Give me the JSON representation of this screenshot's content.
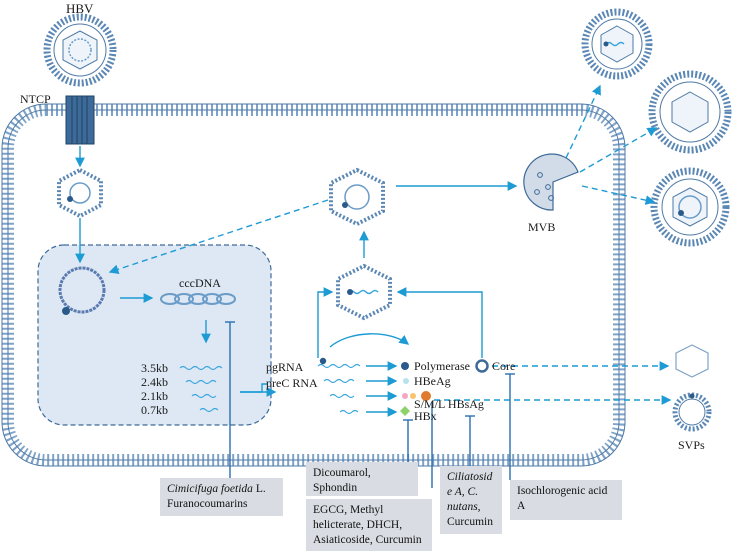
{
  "labels": {
    "hbv": "HBV",
    "ntcp": "NTCP",
    "cccdna": "cccDNA",
    "mvb": "MVB",
    "svps": "SVPs",
    "pgrna": "pgRNA",
    "prec_rna": "preC RNA",
    "transcripts": [
      "3.5kb",
      "2.4kb",
      "2.1kb",
      "0.7kb"
    ],
    "proteins": {
      "polymerase": "Polymerase",
      "hbeag": "HBeAg",
      "hbsag": "S/M/L HBsAg",
      "hbx": "HBx",
      "core": "Core"
    }
  },
  "inhibitors": {
    "cimicifuga_italic": "Cimicifuga foetida",
    "cimicifuga_rest": "L.",
    "cimicifuga_line2": "Furanocoumarins",
    "dicoumarol_line1": "Dicoumarol,",
    "dicoumarol_line2": "Sphondin",
    "egcg_line1": "EGCG, Methyl",
    "egcg_line2": "helicterate, DHCH,",
    "egcg_line3": "Asiaticoside, Curcumin",
    "ciliatoside_line1": "Ciliatosid",
    "ciliatoside_line2": "e A, C.",
    "ciliatoside_line3": "nutans,",
    "ciliatoside_line4": "Curcumin",
    "isochlorogenic_line1": "Isochlorogenic acid",
    "isochlorogenic_line2": "A"
  },
  "colors": {
    "membrane": "#5b87b4",
    "arrow": "#1d9bd4",
    "nucleus_fill": "#dde8f4",
    "inhibitor_box": "#d9dde3",
    "dark_blue": "#2a5a8a"
  }
}
